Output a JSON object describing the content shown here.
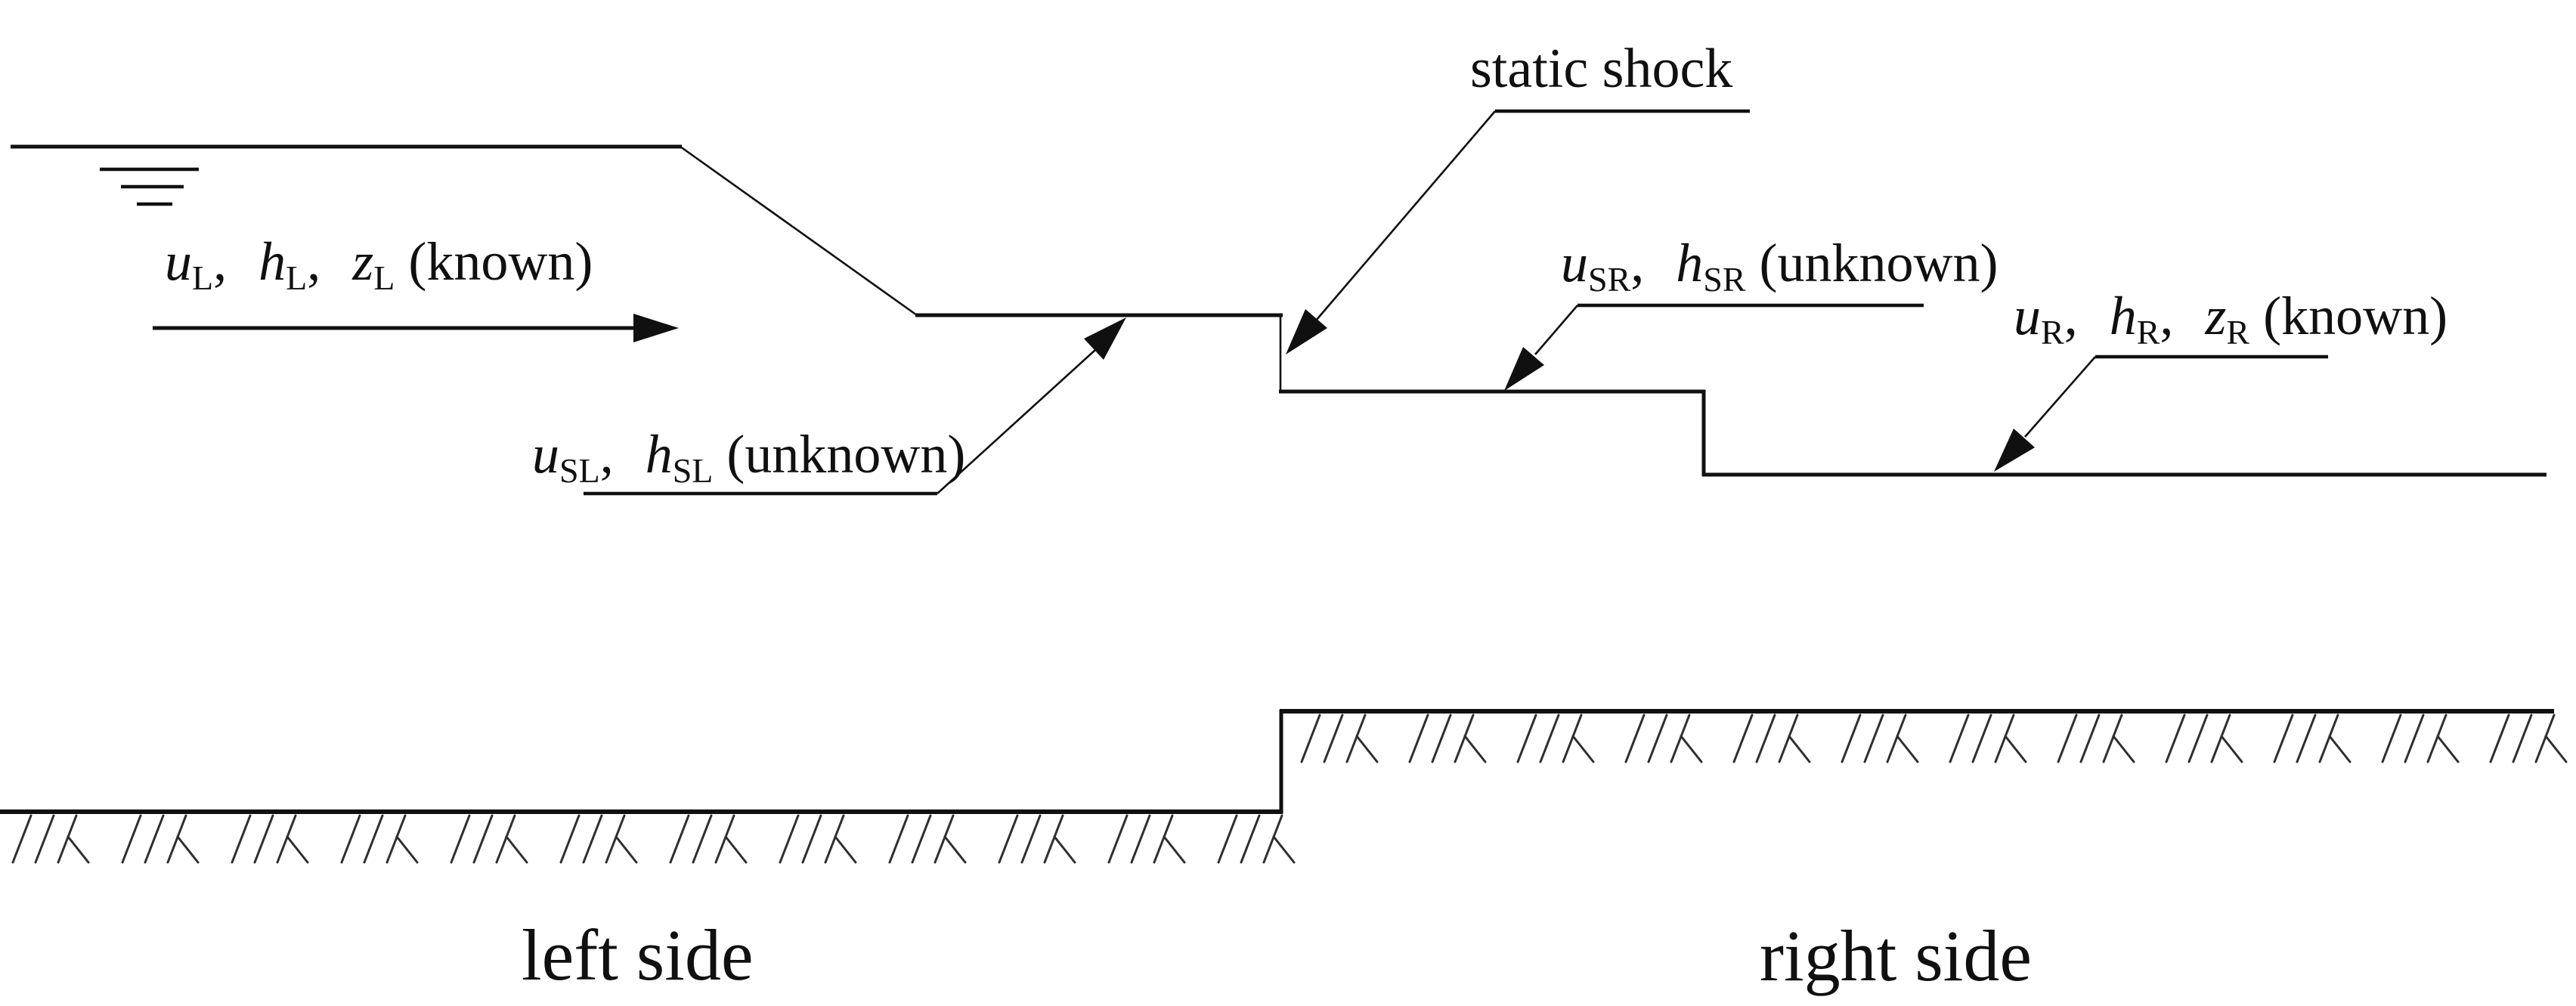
{
  "figure": {
    "background_color": "#ffffff",
    "ink_color": "#101010",
    "annotations": {
      "static_shock": {
        "text": "static shock"
      },
      "left_known": {
        "var1": "u",
        "sub1": "L",
        "sep1": ",",
        "var2": "h",
        "sub2": "L",
        "sep2": ",",
        "var3": "z",
        "sub3": "L",
        "suffix": "(known)"
      },
      "shock_left": {
        "var1": "u",
        "sub1": "SL",
        "sep1": ",",
        "var2": "h",
        "sub2": "SL",
        "suffix": "(unknown)"
      },
      "shock_right": {
        "var1": "u",
        "sub1": "SR",
        "sep1": ",",
        "var2": "h",
        "sub2": "SR",
        "suffix": "(unknown)"
      },
      "right_known": {
        "var1": "u",
        "sub1": "R",
        "sep1": ",",
        "var2": "h",
        "sub2": "R",
        "sep2": ",",
        "var3": "z",
        "sub3": "R",
        "suffix": "(known)"
      }
    },
    "region_labels": {
      "left": "left side",
      "right": "right side"
    }
  }
}
